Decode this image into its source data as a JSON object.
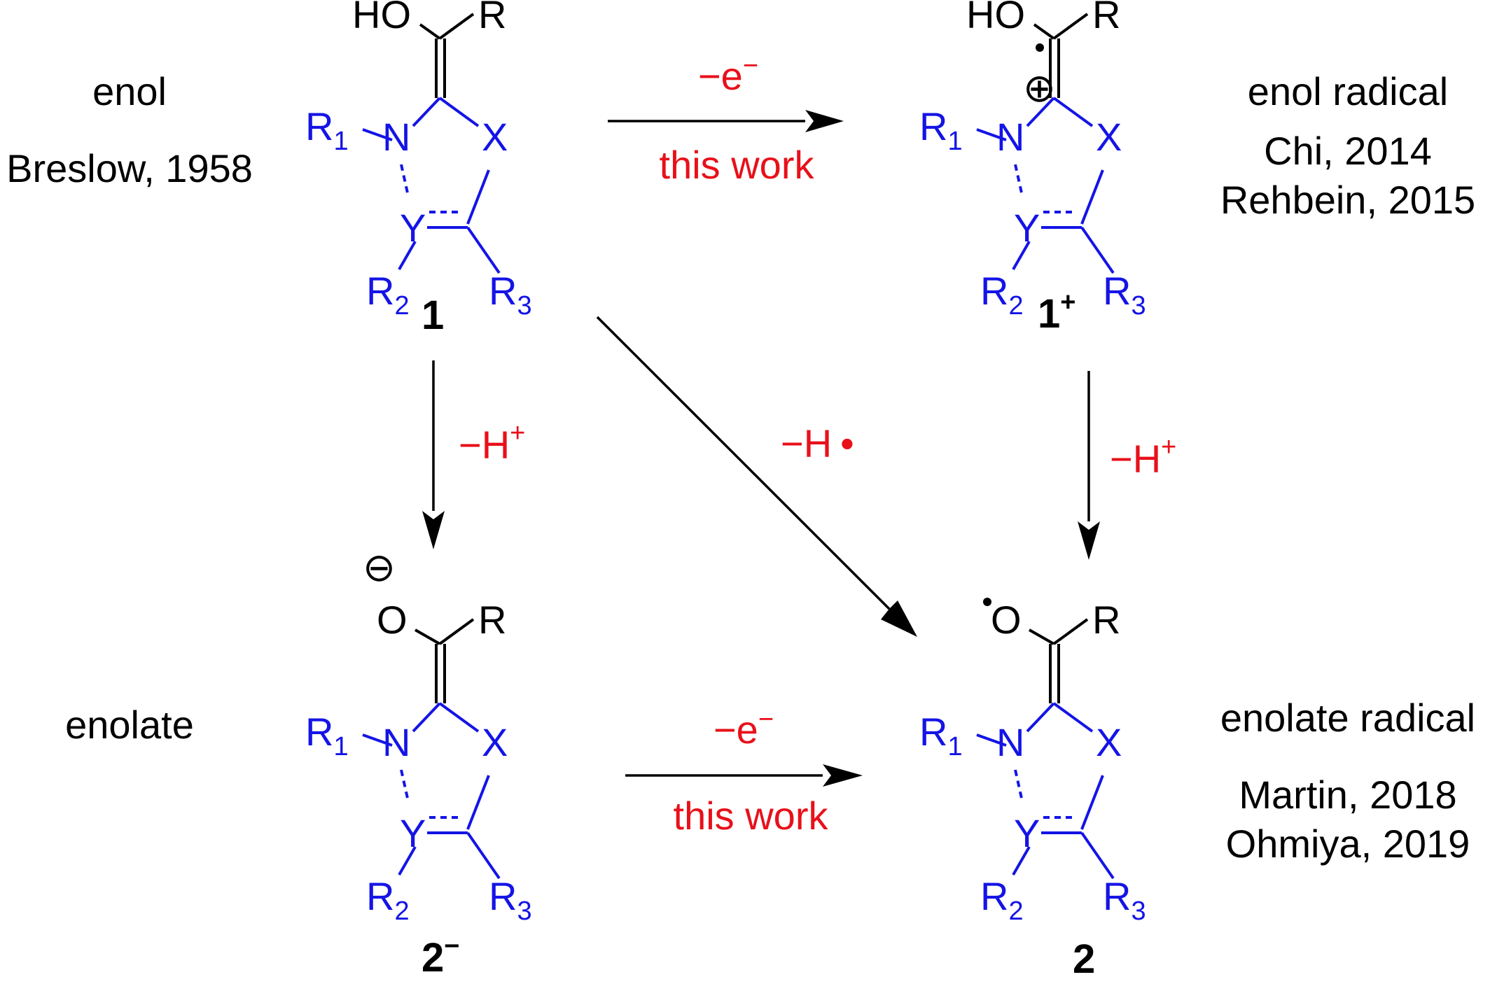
{
  "molecules": {
    "enol": {
      "number": "1",
      "superscript": "",
      "type_label": "enol",
      "refs": [
        "Breslow, 1958"
      ],
      "top_atom": "HO",
      "charge": ""
    },
    "enol_radical": {
      "number": "1",
      "superscript": "+",
      "type_label": "enol radical",
      "refs": [
        "Chi, 2014",
        "Rehbein, 2015"
      ],
      "top_atom": "HO",
      "charge": "⊕"
    },
    "enolate": {
      "number": "2",
      "superscript": "−",
      "type_label": "enolate",
      "refs": [],
      "top_atom": "O",
      "charge": "⊖"
    },
    "enolate_radical": {
      "number": "2",
      "superscript": "",
      "type_label": "enolate radical",
      "refs": [
        "Martin, 2018",
        "Ohmiya, 2019"
      ],
      "top_atom": "O",
      "charge": ""
    }
  },
  "atoms": {
    "R": "R",
    "R1": "R",
    "R1_sub": "1",
    "N": "N",
    "X": "X",
    "Y": "Y",
    "R2": "R",
    "R2_sub": "2",
    "R3": "R",
    "R3_sub": "3"
  },
  "arrows": {
    "top": {
      "reagent": "−e",
      "reagent_sup": "−",
      "note": "this work"
    },
    "bottom": {
      "reagent": "−e",
      "reagent_sup": "−",
      "note": "this work"
    },
    "left": {
      "reagent": "−H",
      "reagent_sup": "+"
    },
    "right": {
      "reagent": "−H",
      "reagent_sup": "+"
    },
    "diagonal": {
      "reagent": "−H",
      "reagent_mark": "•"
    }
  },
  "colors": {
    "substituent": "#1414e6",
    "reagent": "#e8101a",
    "text": "#000000"
  }
}
